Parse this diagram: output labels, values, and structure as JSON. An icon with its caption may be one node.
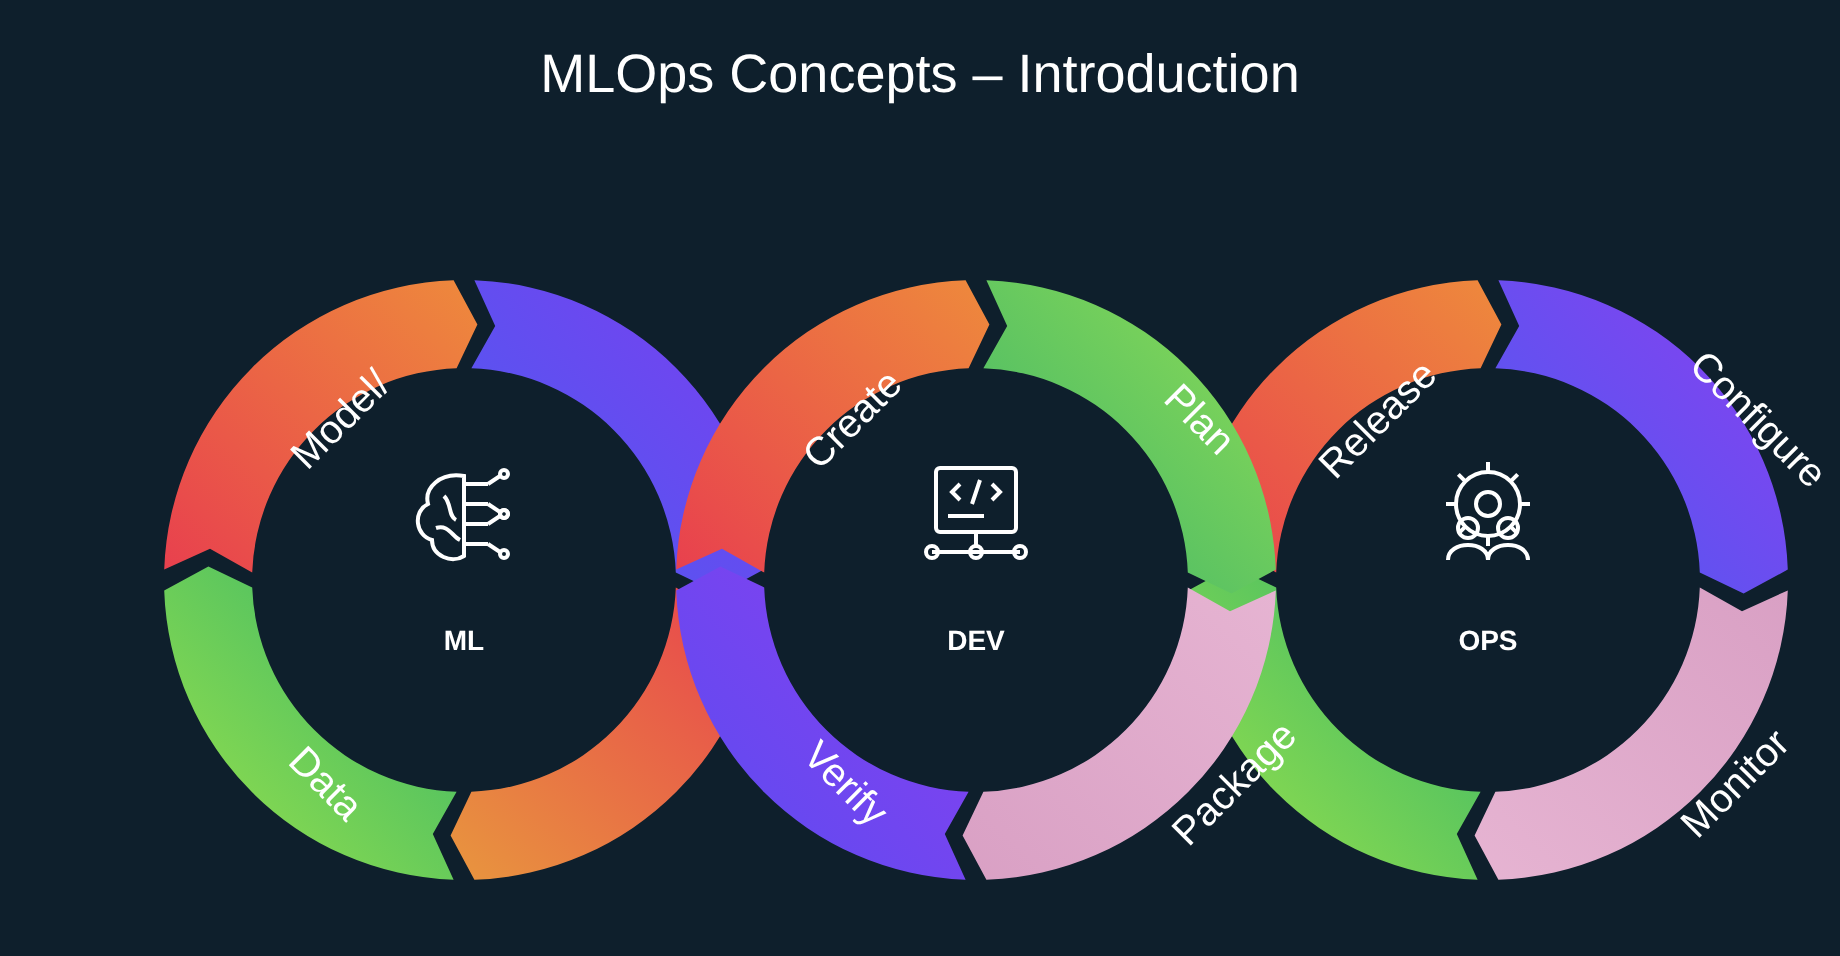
{
  "diagram": {
    "title": "MLOps Concepts – Introduction",
    "nodes": [
      {
        "text": [
          "Model/"
        ]
      },
      {
        "text": [],
        "shape": "arc"
      },
      {
        "text": [
          "Data"
        ]
      },
      {
        "text": [],
        "shape": "arc"
      },
      {
        "text": [
          "ML"
        ]
      },
      {
        "text": [
          "Create"
        ]
      },
      {
        "text": [
          "Plan"
        ]
      },
      {
        "text": [
          "Verify"
        ]
      },
      {
        "text": [
          "Package"
        ]
      },
      {
        "text": [
          "DEV"
        ]
      },
      {
        "text": [
          "Release"
        ]
      },
      {
        "text": [
          "Configure"
        ]
      },
      {
        "text": [
          "Monitor"
        ]
      },
      {
        "text": [],
        "shape": "arc"
      },
      {
        "text": [
          "OPS"
        ]
      }
    ]
  }
}
